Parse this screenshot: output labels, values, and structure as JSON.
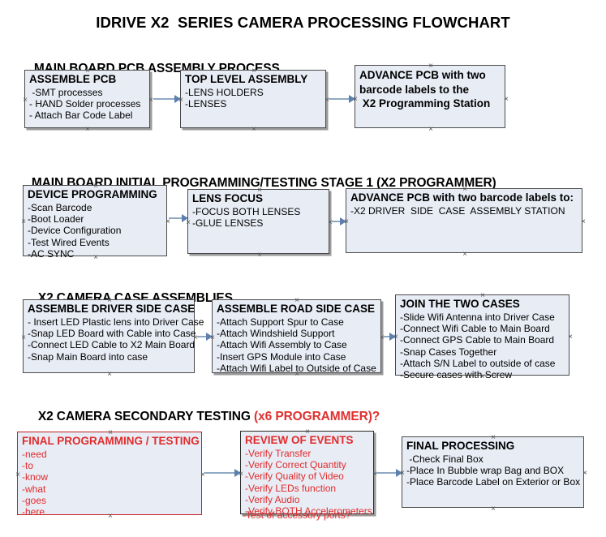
{
  "document": {
    "title": "IDRIVE X2  SERIES CAMERA PROCESSING FLOWCHART"
  },
  "colors": {
    "node_fill": "#e8ecf5",
    "node_border": "#4a4a4a",
    "accent_red": "#e02b2b",
    "arrow": "#8fa9c4",
    "arrow_head": "#5b7fae",
    "text": "#000000"
  },
  "sections": [
    {
      "id": "main-board-pcb-assembly",
      "heading": "MAIN BOARD PCB ASSEMBLY PROCESS",
      "heading_accent": "",
      "nodes": [
        {
          "id": "assemble-pcb",
          "title": "ASSEMBLE PCB",
          "lines": [
            " -SMT processes",
            "- HAND Solder processes",
            "- Attach Bar Code Label"
          ]
        },
        {
          "id": "top-level-assembly",
          "title": "TOP LEVEL ASSEMBLY",
          "lines": [
            "-LENS HOLDERS",
            "-LENSES"
          ]
        },
        {
          "id": "advance-pcb-to-programming-station",
          "title": "ADVANCE PCB with two",
          "lines": [
            "barcode labels to the",
            " X2 Programming Station"
          ]
        }
      ]
    },
    {
      "id": "main-board-initial-programming",
      "heading": "MAIN BOARD INITIAL PROGRAMMING/TESTING STAGE 1 (X2 PROGRAMMER)",
      "heading_accent": "",
      "nodes": [
        {
          "id": "device-programming",
          "title": "DEVICE PROGRAMMING",
          "lines": [
            "-Scan Barcode",
            "-Boot Loader",
            "-Device Configuration",
            "-Test Wired Events",
            "-AC SYNC"
          ]
        },
        {
          "id": "lens-focus",
          "title": "LENS FOCUS",
          "lines": [
            "-FOCUS BOTH LENSES",
            "-GLUE LENSES"
          ]
        },
        {
          "id": "advance-pcb-to-driver-side-case",
          "title": "ADVANCE PCB with two barcode labels to:",
          "lines": [
            "-X2 DRIVER  SIDE  CASE  ASSEMBLY STATION"
          ]
        }
      ]
    },
    {
      "id": "x2-camera-case-assemblies",
      "heading": "X2 CAMERA CASE ASSEMBLIES",
      "heading_accent": "",
      "nodes": [
        {
          "id": "assemble-driver-side-case",
          "title": "ASSEMBLE DRIVER SIDE CASE",
          "lines": [
            "- Insert LED Plastic lens into Driver Case",
            "-Snap LED Board with Cable into Case",
            "-Connect LED Cable to X2 Main Board",
            "-Snap Main Board into case"
          ]
        },
        {
          "id": "assemble-road-side-case",
          "title": "ASSEMBLE ROAD SIDE CASE",
          "lines": [
            "-Attach Support Spur to Case",
            "-Attach Windshield Support",
            "-Attach Wifi Assembly to Case",
            "-Insert GPS Module into Case",
            "-Attach Wifi Label to Outside of Case"
          ]
        },
        {
          "id": "join-the-two-cases",
          "title": "JOIN THE TWO CASES",
          "lines": [
            "-Slide Wifi Antenna into Driver Case",
            "-Connect Wifi Cable to Main Board",
            "-Connect GPS Cable to Main Board",
            "-Snap Cases Together",
            "-Attach S/N Label to outside of case",
            "-Secure cases with Screw"
          ]
        }
      ]
    },
    {
      "id": "x2-camera-secondary-testing",
      "heading": "X2 CAMERA SECONDARY TESTING ",
      "heading_accent": "(x6 PROGRAMMER)?",
      "nodes": [
        {
          "id": "final-programming-testing",
          "title": "FINAL PROGRAMMING / TESTING",
          "lines": [
            "-need",
            "-to",
            "-know",
            "-what",
            "-goes",
            "-here"
          ]
        },
        {
          "id": "review-of-events",
          "title": "REVIEW OF EVENTS",
          "lines": [
            "-Verify Transfer",
            "-Verify Correct Quantity",
            "-Verify Quality of Video",
            "-Verify LEDs function",
            "-Verify Audio",
            "-Verify BOTH Accelerometers"
          ],
          "overflow_line": "-Test of accessory ports?"
        },
        {
          "id": "final-processing",
          "title": "FINAL PROCESSING",
          "lines": [
            " -Check Final Box",
            "-Place In Bubble wrap Bag and BOX",
            "-Place Barcode Label on Exterior or Box"
          ]
        }
      ]
    }
  ]
}
